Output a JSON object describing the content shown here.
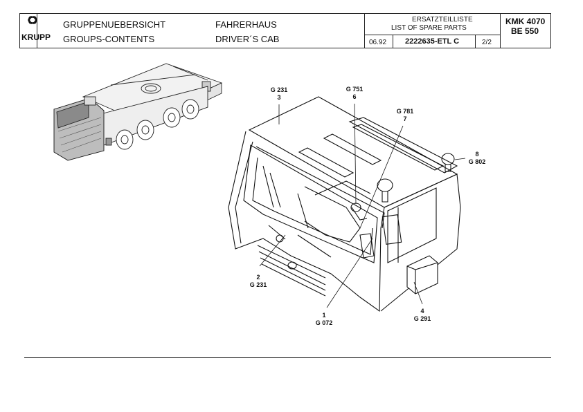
{
  "header": {
    "brand": "KRUPP",
    "group_de": "GRUPPENUEBERSICHT",
    "group_en": "GROUPS-CONTENTS",
    "section_de": "FAHRERHAUS",
    "section_en": "DRIVER´S CAB",
    "list_de": "ERSATZTEILLISTE",
    "list_en": "LIST OF SPARE PARTS",
    "date": "06.92",
    "doc_number": "2222635-ETL  C",
    "page": "2/2",
    "model_1": "KMK 4070",
    "model_2": "BE 550"
  },
  "callouts": [
    {
      "code": "G 231",
      "num": "3"
    },
    {
      "code": "G 751",
      "num": "6"
    },
    {
      "code": "G 781",
      "num": "7"
    },
    {
      "code": "G 802",
      "num": "8"
    },
    {
      "code": "G 231",
      "num": "2"
    },
    {
      "code": "G 072",
      "num": "1"
    },
    {
      "code": "G 291",
      "num": "4"
    }
  ]
}
